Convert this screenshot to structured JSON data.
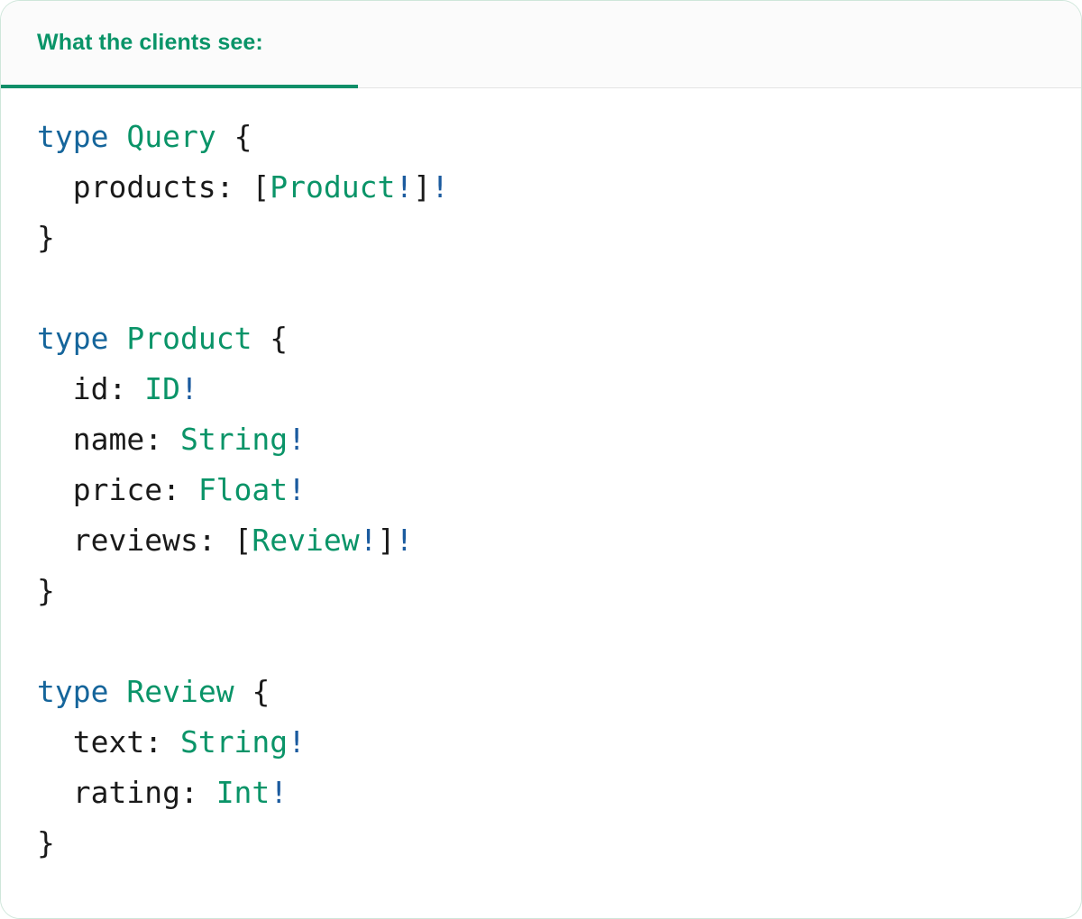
{
  "card": {
    "accent_green": "#0a9468",
    "underline_green": "#0f8f69",
    "header_bg": "#fbfbfb",
    "body_bg": "#ffffff",
    "border_color": "#cfe6da",
    "divider_color": "#e3e3e3"
  },
  "tab": {
    "label": "What the clients see:"
  },
  "syntax_colors": {
    "keyword": "#15659b",
    "type_name": "#0a9468",
    "field_name": "#1a1a1a",
    "punctuation": "#1a1a1a",
    "non_null_bang": "#1a5a9e"
  },
  "code": {
    "language": "graphql",
    "lines": [
      {
        "id": "l1",
        "tokens": [
          {
            "t": "type",
            "c": "kw"
          },
          {
            "t": " ",
            "c": "punct"
          },
          {
            "t": "Query",
            "c": "type"
          },
          {
            "t": " {",
            "c": "punct"
          }
        ]
      },
      {
        "id": "l2",
        "tokens": [
          {
            "t": "  products: ",
            "c": "field"
          },
          {
            "t": "[",
            "c": "punct"
          },
          {
            "t": "Product",
            "c": "type"
          },
          {
            "t": "!",
            "c": "bang"
          },
          {
            "t": "]",
            "c": "punct"
          },
          {
            "t": "!",
            "c": "bang"
          }
        ]
      },
      {
        "id": "l3",
        "tokens": [
          {
            "t": "}",
            "c": "punct"
          }
        ]
      },
      {
        "id": "l4",
        "tokens": []
      },
      {
        "id": "l5",
        "tokens": [
          {
            "t": "type",
            "c": "kw"
          },
          {
            "t": " ",
            "c": "punct"
          },
          {
            "t": "Product",
            "c": "type"
          },
          {
            "t": " {",
            "c": "punct"
          }
        ]
      },
      {
        "id": "l6",
        "tokens": [
          {
            "t": "  id: ",
            "c": "field"
          },
          {
            "t": "ID",
            "c": "type"
          },
          {
            "t": "!",
            "c": "bang"
          }
        ]
      },
      {
        "id": "l7",
        "tokens": [
          {
            "t": "  name: ",
            "c": "field"
          },
          {
            "t": "String",
            "c": "type"
          },
          {
            "t": "!",
            "c": "bang"
          }
        ]
      },
      {
        "id": "l8",
        "tokens": [
          {
            "t": "  price: ",
            "c": "field"
          },
          {
            "t": "Float",
            "c": "type"
          },
          {
            "t": "!",
            "c": "bang"
          }
        ]
      },
      {
        "id": "l9",
        "tokens": [
          {
            "t": "  reviews: ",
            "c": "field"
          },
          {
            "t": "[",
            "c": "punct"
          },
          {
            "t": "Review",
            "c": "type"
          },
          {
            "t": "!",
            "c": "bang"
          },
          {
            "t": "]",
            "c": "punct"
          },
          {
            "t": "!",
            "c": "bang"
          }
        ]
      },
      {
        "id": "l10",
        "tokens": [
          {
            "t": "}",
            "c": "punct"
          }
        ]
      },
      {
        "id": "l11",
        "tokens": []
      },
      {
        "id": "l12",
        "tokens": [
          {
            "t": "type",
            "c": "kw"
          },
          {
            "t": " ",
            "c": "punct"
          },
          {
            "t": "Review",
            "c": "type"
          },
          {
            "t": " {",
            "c": "punct"
          }
        ]
      },
      {
        "id": "l13",
        "tokens": [
          {
            "t": "  text: ",
            "c": "field"
          },
          {
            "t": "String",
            "c": "type"
          },
          {
            "t": "!",
            "c": "bang"
          }
        ]
      },
      {
        "id": "l14",
        "tokens": [
          {
            "t": "  rating: ",
            "c": "field"
          },
          {
            "t": "Int",
            "c": "type"
          },
          {
            "t": "!",
            "c": "bang"
          }
        ]
      },
      {
        "id": "l15",
        "tokens": [
          {
            "t": "}",
            "c": "punct"
          }
        ]
      }
    ]
  }
}
